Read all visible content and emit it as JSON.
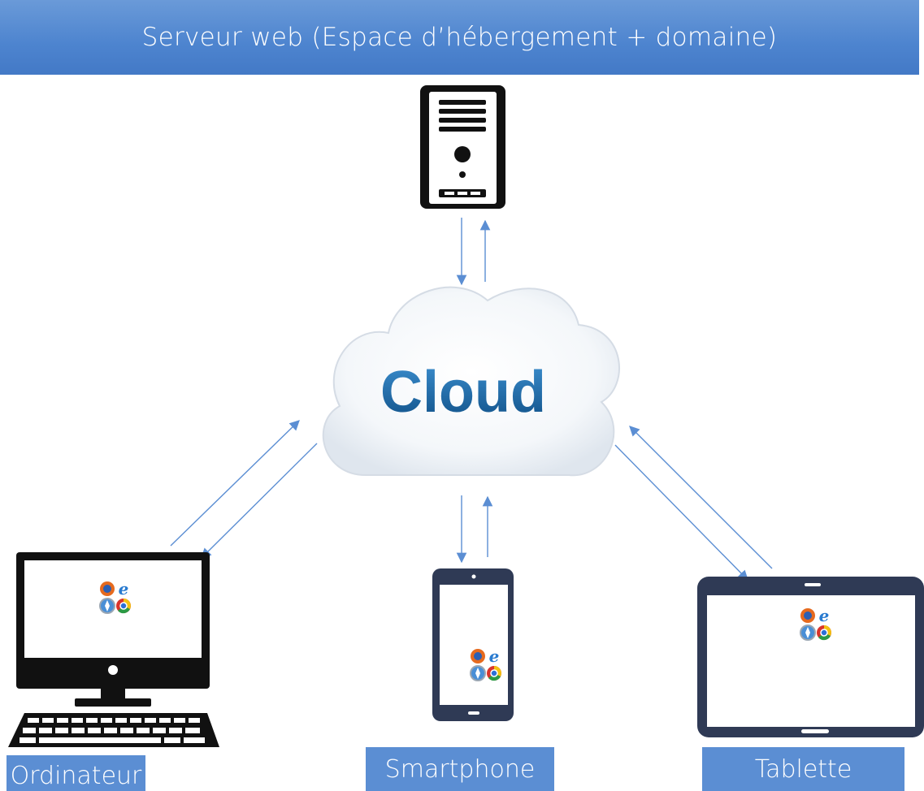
{
  "header": {
    "title": "Serveur web (Espace d’hébergement + domaine)"
  },
  "cloud": {
    "label": "Cloud"
  },
  "devices": {
    "computer": {
      "label": "Ordinateur"
    },
    "smartphone": {
      "label": "Smartphone"
    },
    "tablet": {
      "label": "Tablette"
    }
  },
  "colors": {
    "banner": "#4d84cf",
    "label_box": "#5b8ed3",
    "arrow": "#5b8ed3",
    "device_dark": "#2f3a55",
    "cloud_text": "#1b6aa5"
  }
}
